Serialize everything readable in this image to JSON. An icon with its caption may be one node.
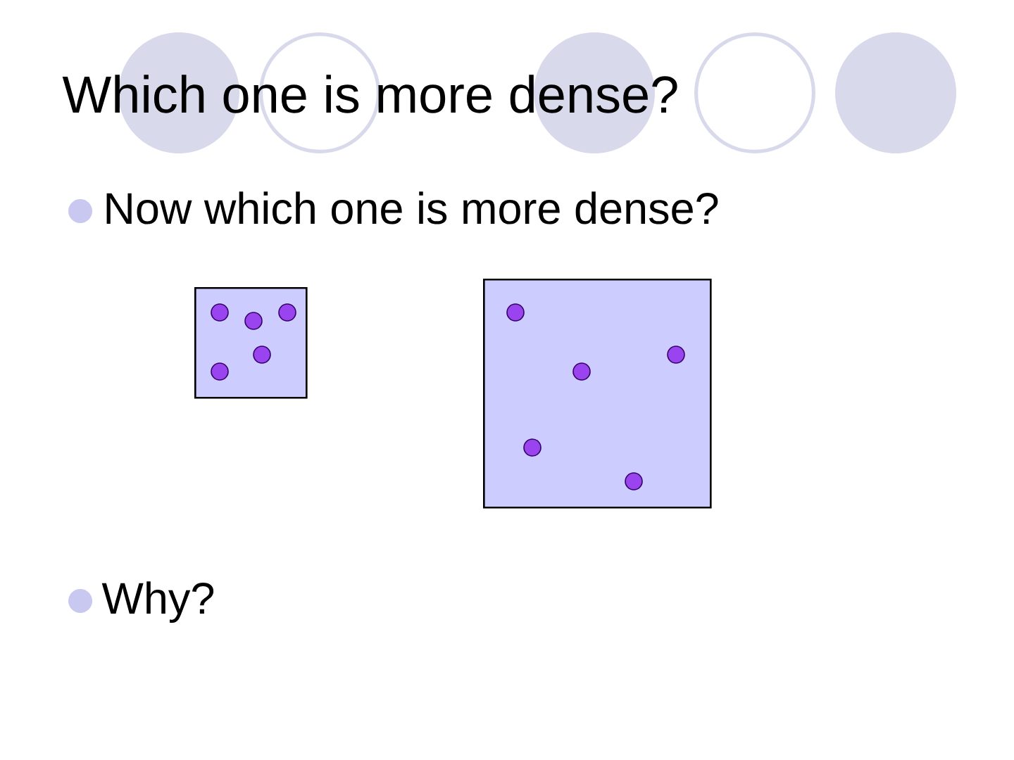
{
  "diagram": {
    "title": "Which one is more dense?",
    "nodes": [
      {
        "text": [],
        "shape": "box"
      },
      {
        "text": [],
        "shape": "box"
      },
      {
        "text": [],
        "shape": "circle",
        "in": 0
      },
      {
        "text": [],
        "shape": "circle",
        "in": 0
      },
      {
        "text": [],
        "shape": "circle",
        "in": 0
      },
      {
        "text": [],
        "shape": "circle",
        "in": 0
      },
      {
        "text": [],
        "shape": "circle",
        "in": 0
      },
      {
        "text": [],
        "shape": "circle",
        "in": 1
      },
      {
        "text": [],
        "shape": "circle",
        "in": 1
      },
      {
        "text": [],
        "shape": "circle",
        "in": 1
      },
      {
        "text": [],
        "shape": "circle",
        "in": 1
      },
      {
        "text": [],
        "shape": "circle",
        "in": 1
      }
    ],
    "labels": [
      "Now which one is more dense?",
      "Why?"
    ]
  }
}
